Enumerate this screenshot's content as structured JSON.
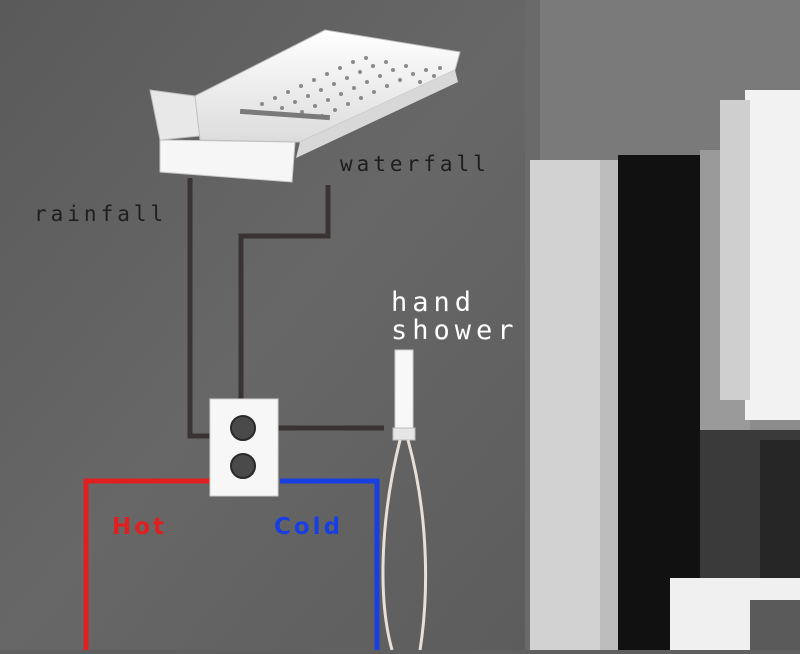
{
  "labels": {
    "rainfall": "rainfall",
    "waterfall": "waterfall",
    "hand": "hand",
    "shower": "shower",
    "hot": "Hot",
    "cold": "Cold"
  },
  "colors": {
    "wall": "#5f5f5f",
    "pipe": "#3a3333",
    "hot_line": "#e02020",
    "cold_line": "#1a3fe0",
    "fixture": "#f4f4f4"
  }
}
